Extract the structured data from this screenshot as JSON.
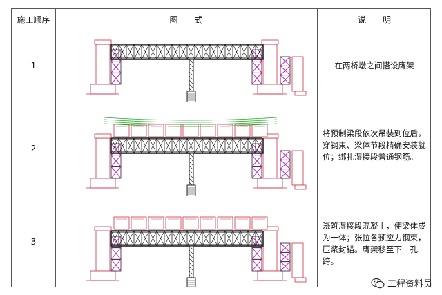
{
  "table": {
    "headers": {
      "step": "施工顺序",
      "diagram": "图　　式",
      "desc": "说　　明"
    },
    "rows": [
      {
        "step": "1",
        "desc": "在两桥墩之间搭设膺架"
      },
      {
        "step": "2",
        "desc": "将预制梁段依次吊装到位后，穿钢束、梁体节段精确安装就位；绑扎湿接段普通钢筋。"
      },
      {
        "step": "3",
        "desc": "浇筑湿接段混凝土，使梁体成为一体；张拉各预应力钢束，压浆封锚。膺架移至下一孔跨。"
      }
    ]
  },
  "watermark": {
    "text": "工程资料员",
    "icon": "wechat-icon"
  },
  "colors": {
    "line": "#555555",
    "pier": "#cc3344",
    "truss": "#222222",
    "magenta": "#cc22cc",
    "rebar": "#22aa22"
  }
}
